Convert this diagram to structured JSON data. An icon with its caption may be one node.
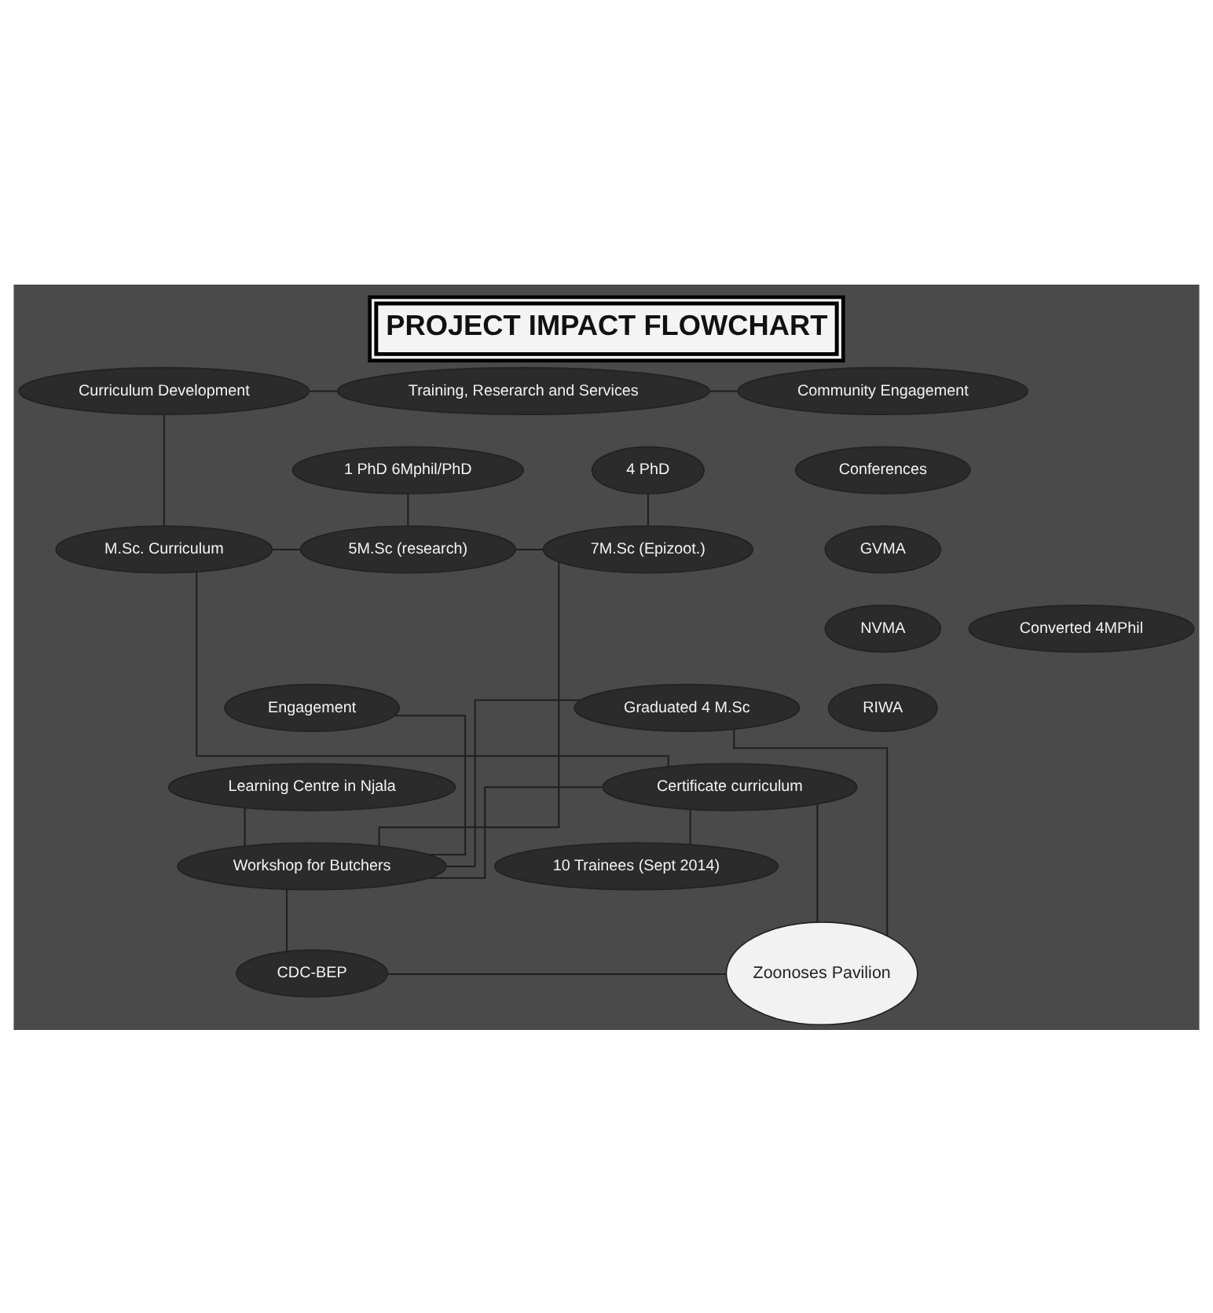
{
  "diagram": {
    "title": "PROJECT IMPACT FLOWCHART",
    "nodes": [
      {
        "text": [
          "Curriculum Development"
        ]
      },
      {
        "text": [
          "Training, Reserarch and Services"
        ]
      },
      {
        "text": [
          "Community Engagement"
        ]
      },
      {
        "text": [
          "Conferences"
        ]
      },
      {
        "text": [
          "1 PhD 6Mphil/PhD"
        ]
      },
      {
        "text": [
          "4 PhD"
        ]
      },
      {
        "text": [
          "GVMA"
        ]
      },
      {
        "text": [
          "M.Sc. Curriculum"
        ]
      },
      {
        "text": [
          "5M.Sc (research)"
        ]
      },
      {
        "text": [
          "7M.Sc (Epizoot.)"
        ]
      },
      {
        "text": [
          "NVMA"
        ]
      },
      {
        "text": [
          "RIWA"
        ]
      },
      {
        "text": [
          "Converted 4MPhil"
        ]
      },
      {
        "text": [
          "Engagement"
        ]
      },
      {
        "text": [
          "Graduated 4 M.Sc"
        ]
      },
      {
        "text": [
          "Learning Centre in Njala"
        ]
      },
      {
        "text": [
          "Certificate curriculum"
        ]
      },
      {
        "text": [
          "Workshop for Butchers"
        ]
      },
      {
        "text": [
          "10 Trainees (Sept 2014)"
        ]
      },
      {
        "text": [
          "CDC-BEP"
        ]
      },
      {
        "text": [
          "Zoonoses Pavilion"
        ]
      }
    ],
    "edges": [
      {
        "from": 0,
        "to": 1,
        "arrow": "none"
      },
      {
        "from": 1,
        "to": 2,
        "arrow": "none"
      },
      {
        "from": 0,
        "to": 7,
        "arrow": "none"
      },
      {
        "from": 7,
        "to": 8,
        "arrow": "none"
      },
      {
        "from": 8,
        "to": 9,
        "arrow": "none"
      },
      {
        "from": 4,
        "to": 8,
        "arrow": "none"
      },
      {
        "from": 5,
        "to": 9,
        "arrow": "none"
      },
      {
        "from": 7,
        "to": 16,
        "arrow": "none"
      },
      {
        "from": 16,
        "to": 18,
        "arrow": "none"
      },
      {
        "from": 16,
        "to": 17,
        "arrow": "none"
      },
      {
        "from": 9,
        "to": 17,
        "arrow": "none"
      },
      {
        "from": 14,
        "to": 17,
        "arrow": "none"
      },
      {
        "from": 13,
        "to": 17,
        "arrow": "none"
      },
      {
        "from": 15,
        "to": 17,
        "arrow": "none"
      },
      {
        "from": 17,
        "to": 19,
        "arrow": "none"
      },
      {
        "from": 16,
        "to": 20,
        "arrow": "none"
      },
      {
        "from": 19,
        "to": 20,
        "arrow": "none"
      },
      {
        "from": 14,
        "to": 20,
        "arrow": "none"
      }
    ]
  }
}
